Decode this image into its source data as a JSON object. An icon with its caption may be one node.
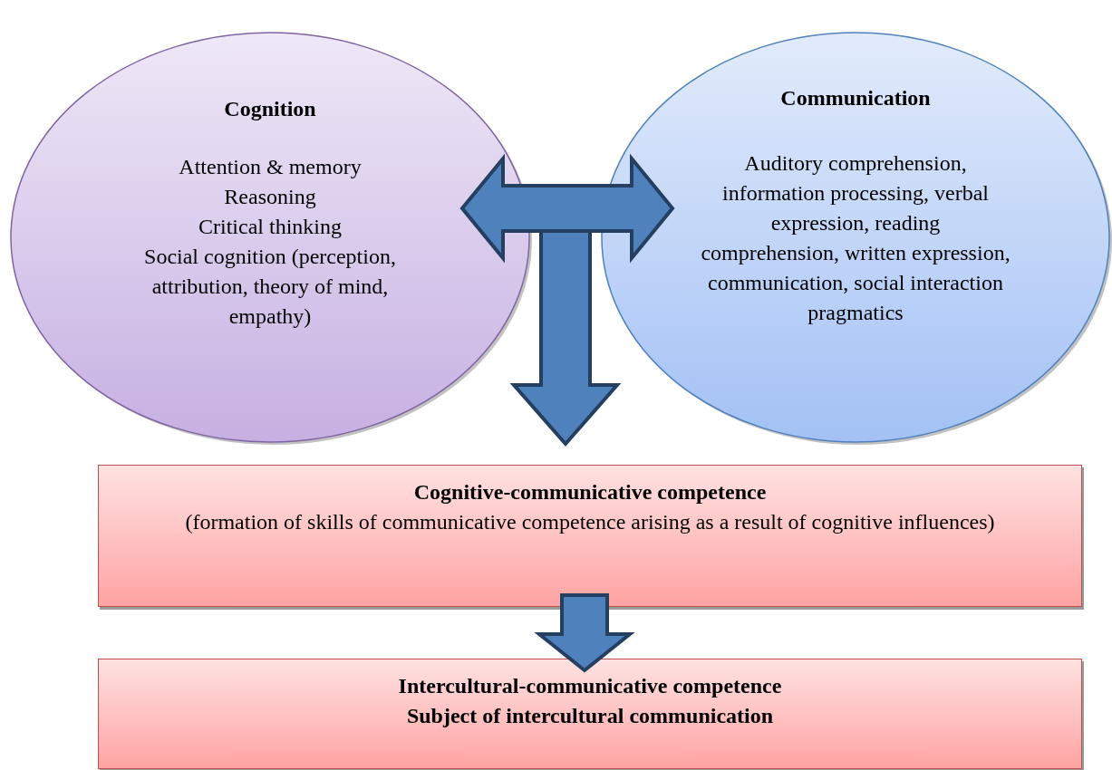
{
  "diagram": {
    "nodes": [
      {
        "text": [
          "Cognition",
          "Attention & memory",
          "Reasoning",
          "Critical thinking",
          "Social cognition (perception, attribution, theory of mind, empathy)"
        ]
      },
      {
        "text": [
          "Communication",
          "Auditory comprehension, information processing, verbal expression, reading comprehension, written expression, communication, social interaction pragmatics"
        ]
      },
      {
        "text": [
          "Cognitive-communicative competence",
          "(formation of skills of communicative competence arising as a result of cognitive influences)"
        ]
      },
      {
        "text": [
          "Intercultural-communicative competence",
          "Subject of intercultural communication"
        ]
      }
    ],
    "edges": [
      {
        "from": 0,
        "to": 1,
        "arrow": "both"
      },
      {
        "from": 0,
        "to": 2,
        "arrow": "to"
      },
      {
        "from": 1,
        "to": 2,
        "arrow": "to"
      },
      {
        "from": 2,
        "to": 3,
        "arrow": "to"
      }
    ]
  }
}
